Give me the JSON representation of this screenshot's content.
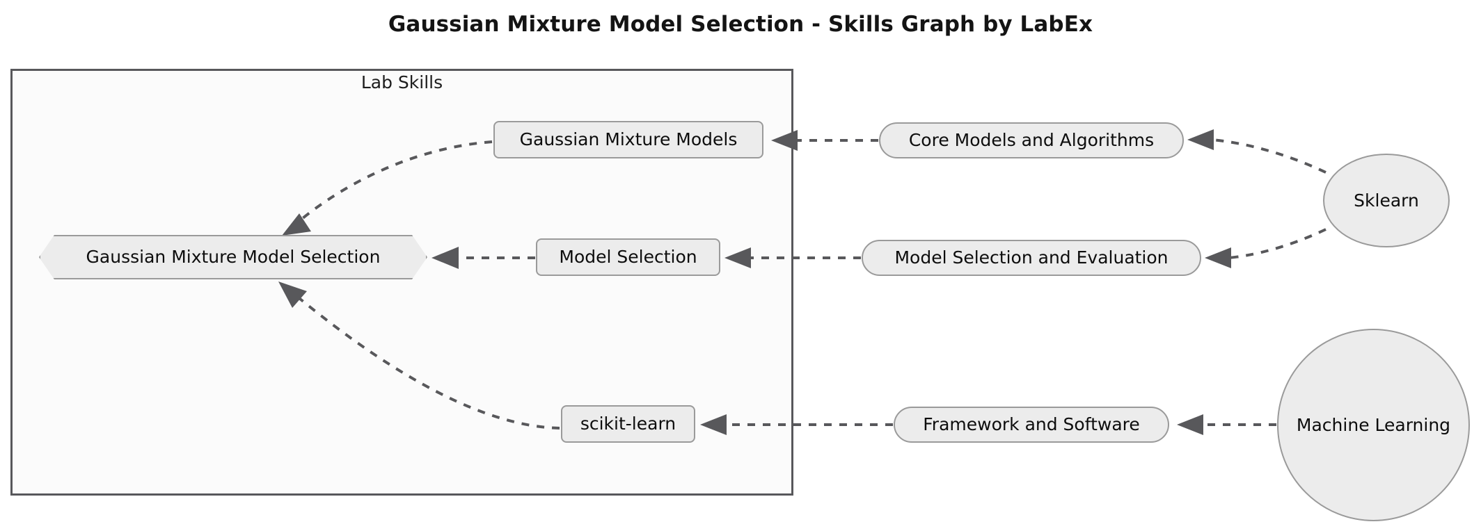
{
  "page": {
    "title": "Gaussian Mixture Model Selection - Skills Graph by LabEx",
    "background_color": "#ffffff"
  },
  "cluster": {
    "label": "Lab Skills",
    "fill_color": "#fbfbfb",
    "border_color": "#58585b"
  },
  "style": {
    "node_fill": "#ececec",
    "node_border": "#9a9a9a",
    "text_color": "#0d0d0d",
    "edge_color": "#58585b",
    "edge_style": "dotted"
  },
  "nodes": [
    {
      "id": "gmm_model_selection",
      "label": "Gaussian Mixture Model Selection",
      "shape": "hexagon",
      "group": "Lab Skills"
    },
    {
      "id": "gaussian_mixture_models",
      "label": "Gaussian Mixture Models",
      "shape": "rounded-rect",
      "group": "Lab Skills"
    },
    {
      "id": "model_selection",
      "label": "Model Selection",
      "shape": "rounded-rect",
      "group": "Lab Skills"
    },
    {
      "id": "scikit_learn",
      "label": "scikit-learn",
      "shape": "rounded-rect",
      "group": "Lab Skills"
    },
    {
      "id": "core_models_and_algorithms",
      "label": "Core Models and Algorithms",
      "shape": "stadium",
      "group": ""
    },
    {
      "id": "model_selection_and_evaluation",
      "label": "Model Selection and Evaluation",
      "shape": "stadium",
      "group": ""
    },
    {
      "id": "framework_and_software",
      "label": "Framework and Software",
      "shape": "stadium",
      "group": ""
    },
    {
      "id": "sklearn",
      "label": "Sklearn",
      "shape": "circle",
      "group": ""
    },
    {
      "id": "machine_learning",
      "label": "Machine Learning",
      "shape": "circle",
      "group": ""
    }
  ],
  "edges": [
    {
      "from": "sklearn",
      "to": "core_models_and_algorithms",
      "style": "dotted",
      "arrow": "triangle"
    },
    {
      "from": "sklearn",
      "to": "model_selection_and_evaluation",
      "style": "dotted",
      "arrow": "triangle"
    },
    {
      "from": "machine_learning",
      "to": "framework_and_software",
      "style": "dotted",
      "arrow": "triangle"
    },
    {
      "from": "core_models_and_algorithms",
      "to": "gaussian_mixture_models",
      "style": "dotted",
      "arrow": "triangle"
    },
    {
      "from": "model_selection_and_evaluation",
      "to": "model_selection",
      "style": "dotted",
      "arrow": "triangle"
    },
    {
      "from": "framework_and_software",
      "to": "scikit_learn",
      "style": "dotted",
      "arrow": "triangle"
    },
    {
      "from": "gaussian_mixture_models",
      "to": "gmm_model_selection",
      "style": "dotted",
      "arrow": "triangle"
    },
    {
      "from": "model_selection",
      "to": "gmm_model_selection",
      "style": "dotted",
      "arrow": "triangle"
    },
    {
      "from": "scikit_learn",
      "to": "gmm_model_selection",
      "style": "dotted",
      "arrow": "triangle"
    }
  ]
}
